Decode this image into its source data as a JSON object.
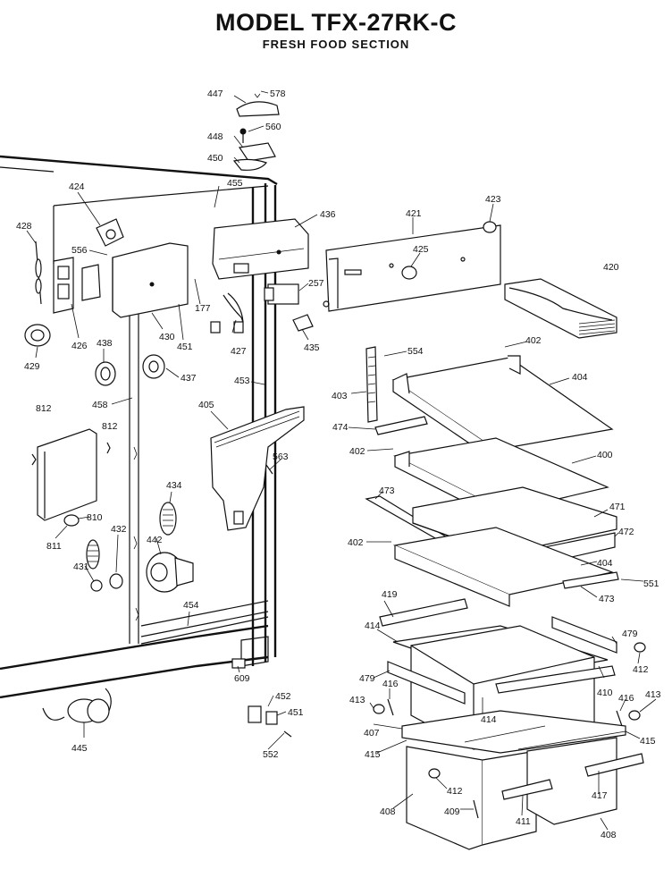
{
  "header": {
    "title": "MODEL TFX-27RK-C",
    "subtitle": "FRESH FOOD SECTION"
  },
  "parts": [
    {
      "id": "447",
      "label": "447"
    },
    {
      "id": "578",
      "label": "578"
    },
    {
      "id": "560",
      "label": "560"
    },
    {
      "id": "448",
      "label": "448"
    },
    {
      "id": "450",
      "label": "450"
    },
    {
      "id": "455",
      "label": "455"
    },
    {
      "id": "436",
      "label": "436"
    },
    {
      "id": "421",
      "label": "421"
    },
    {
      "id": "423",
      "label": "423"
    },
    {
      "id": "424",
      "label": "424"
    },
    {
      "id": "428",
      "label": "428"
    },
    {
      "id": "556",
      "label": "556"
    },
    {
      "id": "425",
      "label": "425"
    },
    {
      "id": "420",
      "label": "420"
    },
    {
      "id": "257",
      "label": "257"
    },
    {
      "id": "177",
      "label": "177"
    },
    {
      "id": "426",
      "label": "426"
    },
    {
      "id": "430",
      "label": "430"
    },
    {
      "id": "451",
      "label": "451"
    },
    {
      "id": "427",
      "label": "427"
    },
    {
      "id": "435",
      "label": "435"
    },
    {
      "id": "429",
      "label": "429"
    },
    {
      "id": "438",
      "label": "438"
    },
    {
      "id": "437",
      "label": "437"
    },
    {
      "id": "554",
      "label": "554"
    },
    {
      "id": "402a",
      "label": "402"
    },
    {
      "id": "404a",
      "label": "404"
    },
    {
      "id": "403",
      "label": "403"
    },
    {
      "id": "453",
      "label": "453"
    },
    {
      "id": "458",
      "label": "458"
    },
    {
      "id": "812a",
      "label": "812"
    },
    {
      "id": "812b",
      "label": "812"
    },
    {
      "id": "405",
      "label": "405"
    },
    {
      "id": "474",
      "label": "474"
    },
    {
      "id": "402b",
      "label": "402"
    },
    {
      "id": "400",
      "label": "400"
    },
    {
      "id": "563",
      "label": "563"
    },
    {
      "id": "434",
      "label": "434"
    },
    {
      "id": "473a",
      "label": "473"
    },
    {
      "id": "471",
      "label": "471"
    },
    {
      "id": "472",
      "label": "472"
    },
    {
      "id": "810",
      "label": "810"
    },
    {
      "id": "811",
      "label": "811"
    },
    {
      "id": "432",
      "label": "432"
    },
    {
      "id": "442",
      "label": "442"
    },
    {
      "id": "402c",
      "label": "402"
    },
    {
      "id": "404b",
      "label": "404"
    },
    {
      "id": "551",
      "label": "551"
    },
    {
      "id": "431",
      "label": "431"
    },
    {
      "id": "473b",
      "label": "473"
    },
    {
      "id": "419",
      "label": "419"
    },
    {
      "id": "454",
      "label": "454"
    },
    {
      "id": "414a",
      "label": "414"
    },
    {
      "id": "479a",
      "label": "479"
    },
    {
      "id": "609",
      "label": "609"
    },
    {
      "id": "412a",
      "label": "412"
    },
    {
      "id": "479b",
      "label": "479"
    },
    {
      "id": "416a",
      "label": "416"
    },
    {
      "id": "410",
      "label": "410"
    },
    {
      "id": "452",
      "label": "452"
    },
    {
      "id": "414b",
      "label": "414"
    },
    {
      "id": "413a",
      "label": "413"
    },
    {
      "id": "416b",
      "label": "416"
    },
    {
      "id": "413b",
      "label": "413"
    },
    {
      "id": "451b",
      "label": "451"
    },
    {
      "id": "407",
      "label": "407"
    },
    {
      "id": "415a",
      "label": "415"
    },
    {
      "id": "445",
      "label": "445"
    },
    {
      "id": "552",
      "label": "552"
    },
    {
      "id": "415b",
      "label": "415"
    },
    {
      "id": "412b",
      "label": "412"
    },
    {
      "id": "417",
      "label": "417"
    },
    {
      "id": "408a",
      "label": "408"
    },
    {
      "id": "409",
      "label": "409"
    },
    {
      "id": "411",
      "label": "411"
    },
    {
      "id": "408b",
      "label": "408"
    }
  ]
}
